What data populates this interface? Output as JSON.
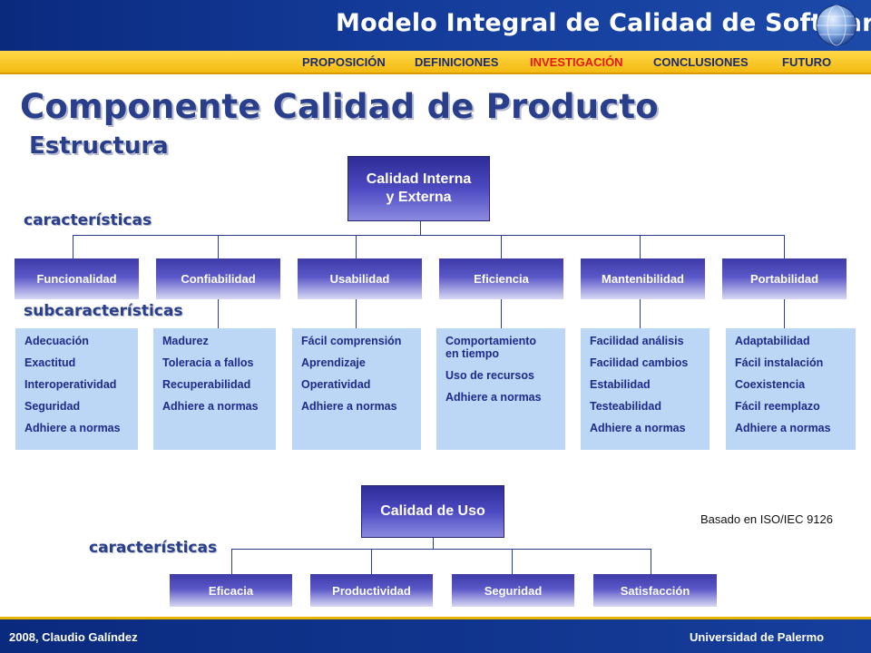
{
  "header": {
    "title": "Modelo Integral de Calidad de Software",
    "logo_icon": "globe-icon"
  },
  "nav": {
    "items": [
      "PROPOSICIÓN",
      "DEFINICIONES",
      "INVESTIGACIÓN",
      "CONCLUSIONES",
      "FUTURO"
    ],
    "active": "INVESTIGACIÓN",
    "active_color": "#e21818"
  },
  "main_title": "Componente Calidad de Producto",
  "subtitle": "Estructura",
  "product_quality": {
    "root": {
      "line1": "Calidad Interna",
      "line2": "y Externa"
    },
    "characteristics_label": "características",
    "subcharacteristics_label": "subcaracterísticas",
    "characteristics": [
      {
        "name": "Funcionalidad",
        "sub": [
          "Adecuación",
          "Exactitud",
          "Interoperatividad",
          "Seguridad",
          "Adhiere a normas"
        ]
      },
      {
        "name": "Confiabilidad",
        "sub": [
          "Madurez",
          "Toleracia a fallos",
          "Recuperabilidad",
          "Adhiere a normas"
        ]
      },
      {
        "name": "Usabilidad",
        "sub": [
          "Fácil comprensión",
          "Aprendizaje",
          "Operatividad",
          "Adhiere a normas"
        ]
      },
      {
        "name": "Eficiencia",
        "sub": [
          "Comportamiento en tiempo",
          "Uso de recursos",
          "Adhiere a normas"
        ]
      },
      {
        "name": "Mantenibilidad",
        "sub": [
          "Facilidad análisis",
          "Facilidad cambios",
          "Estabilidad",
          "Testeabilidad",
          "Adhiere a normas"
        ]
      },
      {
        "name": "Portabilidad",
        "sub": [
          "Adaptabilidad",
          "Fácil instalación",
          "Coexistencia",
          "Fácil reemplazo",
          "Adhiere a normas"
        ]
      }
    ]
  },
  "use_quality": {
    "root": "Calidad de Uso",
    "characteristics_label": "características",
    "characteristics": [
      "Eficacia",
      "Productividad",
      "Seguridad",
      "Satisfacción"
    ]
  },
  "based_on": "Basado en ISO/IEC 9126",
  "footer": {
    "left": "2008, Claudio Galíndez",
    "right": "Universidad de Palermo"
  },
  "colors": {
    "header_blue": "#0a2a7e",
    "nav_yellow": "#ffd94a",
    "box_purple": "#4d4ac2",
    "sub_box_blue": "#bcd6f5",
    "text_navy": "#2a3f8c"
  }
}
